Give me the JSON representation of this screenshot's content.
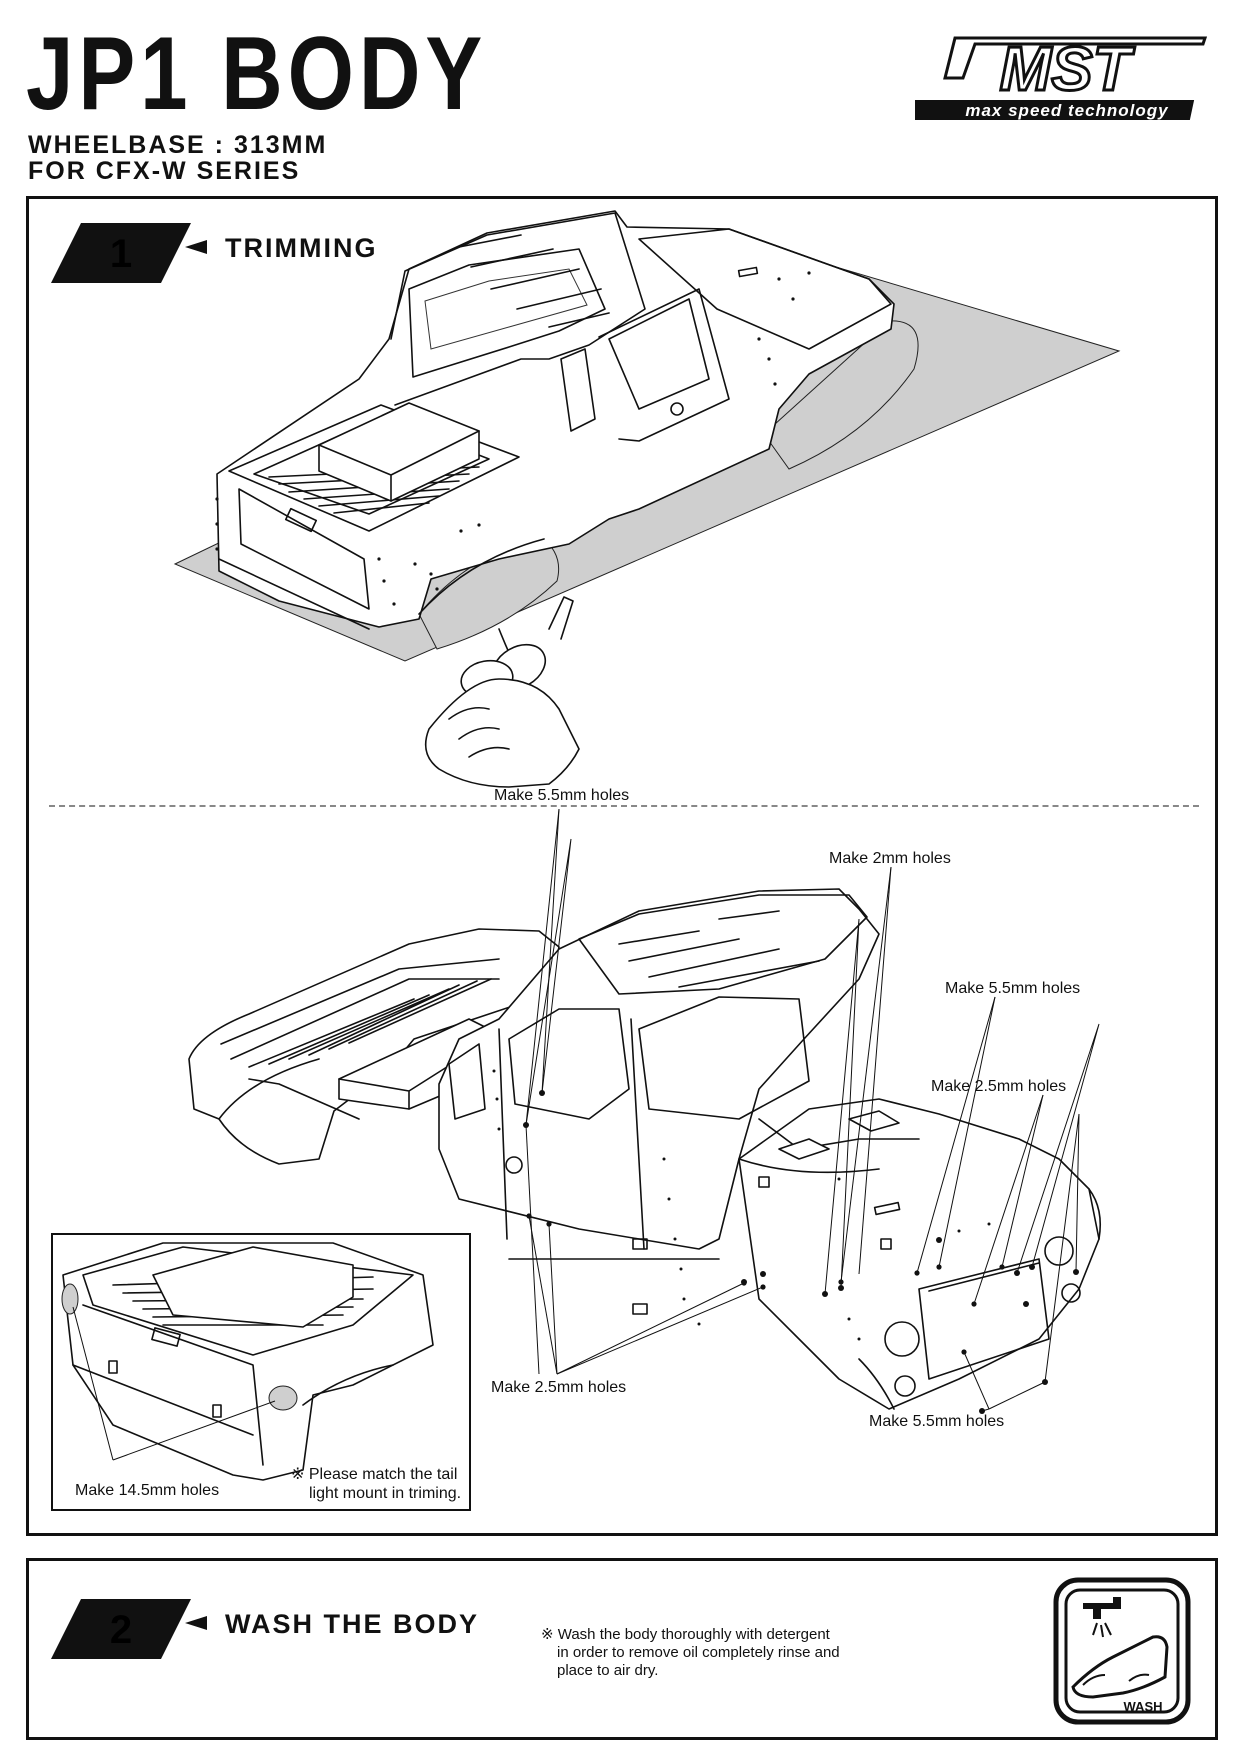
{
  "header": {
    "title": "JP1 BODY",
    "wheelbase": "WHEELBASE : 313MM",
    "series": "FOR CFX-W SERIES",
    "logo_text": "MST",
    "logo_tagline": "max speed technology"
  },
  "step1": {
    "number": "1",
    "label": "TRIMMING",
    "callouts": {
      "holes_55_top": "Make 5.5mm holes",
      "holes_2": "Make 2mm holes",
      "holes_55_right": "Make 5.5mm holes",
      "holes_25_right": "Make 2.5mm holes",
      "holes_25_bottom": "Make 2.5mm holes",
      "holes_55_bottom": "Make 5.5mm holes"
    },
    "inset": {
      "holes_145": "Make 14.5mm holes",
      "note_line1": "※ Please match the tail",
      "note_line2": "light mount in triming."
    }
  },
  "step2": {
    "number": "2",
    "label": "WASH THE BODY",
    "note_line1": "※ Wash the body thoroughly with detergent",
    "note_line2": "in order to remove oil completely rinse and",
    "note_line3": "place to air dry.",
    "icon_label": "WASH"
  }
}
